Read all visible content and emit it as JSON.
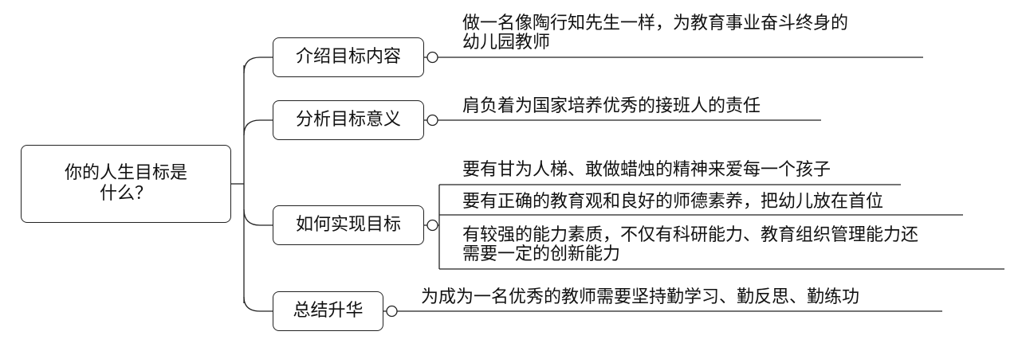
{
  "root": {
    "line1": "你的人生目标是",
    "line2": "什么？"
  },
  "branches": [
    {
      "label": "介绍目标内容",
      "leaves": [
        {
          "lines": [
            "做一名像陶行知先生一样，为教育事业奋斗终身的",
            "幼儿园教师"
          ]
        }
      ]
    },
    {
      "label": "分析目标意义",
      "leaves": [
        {
          "lines": [
            "肩负着为国家培养优秀的接班人的责任"
          ]
        }
      ]
    },
    {
      "label": "如何实现目标",
      "leaves": [
        {
          "lines": [
            "要有甘为人梯、敢做蜡烛的精神来爱每一个孩子"
          ]
        },
        {
          "lines": [
            "要有正确的教育观和良好的师德素养，把幼儿放在首位"
          ]
        },
        {
          "lines": [
            "有较强的能力素质，不仅有科研能力、教育组织管理能力还",
            "需要一定的创新能力"
          ]
        }
      ]
    },
    {
      "label": "总结升华",
      "leaves": [
        {
          "lines": [
            "为成为一名优秀的教师需要坚持勤学习、勤反思、勤练功"
          ]
        }
      ]
    }
  ]
}
